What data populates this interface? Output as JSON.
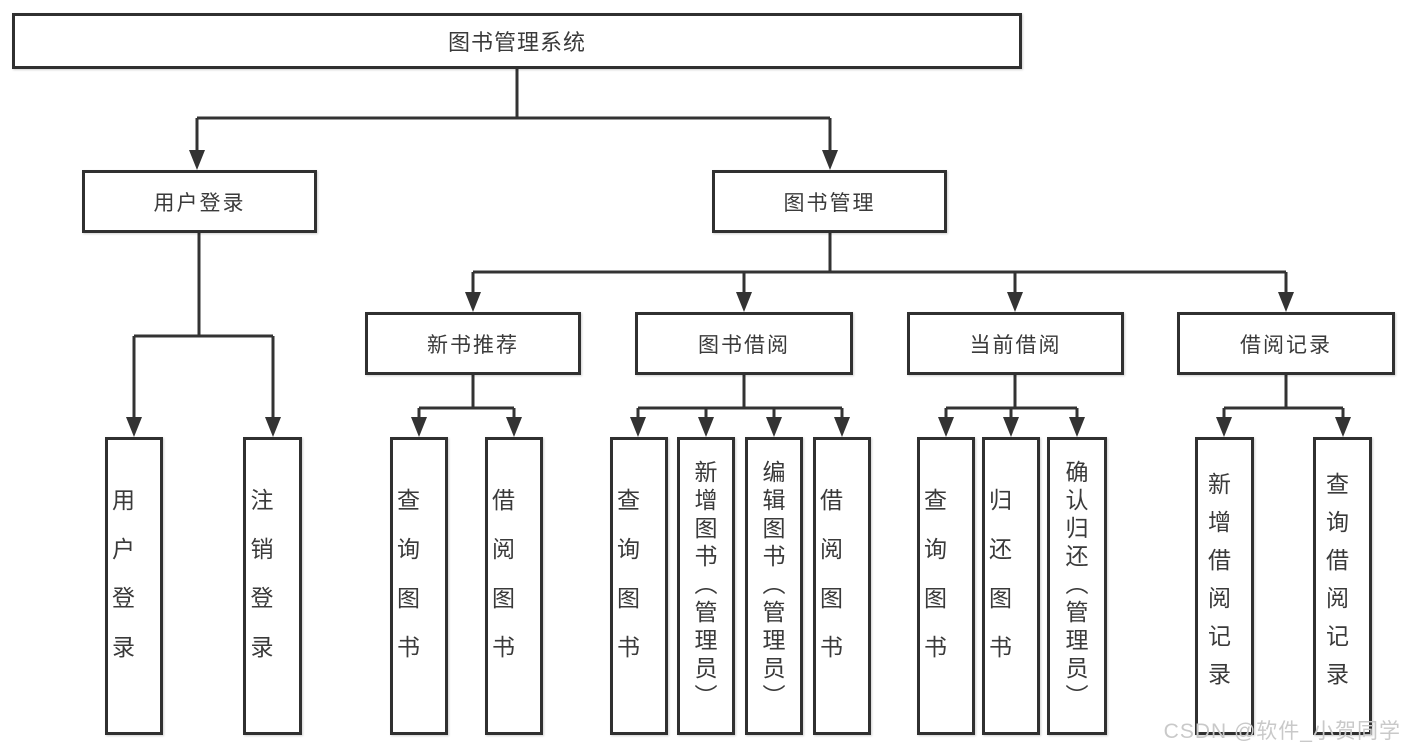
{
  "diagram": {
    "type": "hierarchy-tree",
    "orientation": "top-down"
  },
  "colors": {
    "background": "#ffffff",
    "line": "#333333",
    "box_border": "#303030",
    "text": "#3a3a3a",
    "watermark": "#c9c9c9"
  },
  "tree": {
    "label": "图书管理系统",
    "children": [
      {
        "label": "用户登录",
        "children": [
          {
            "label": "用户登录"
          },
          {
            "label": "注销登录"
          }
        ]
      },
      {
        "label": "图书管理",
        "children": [
          {
            "label": "新书推荐",
            "children": [
              {
                "label": "查询图书"
              },
              {
                "label": "借阅图书"
              }
            ]
          },
          {
            "label": "图书借阅",
            "children": [
              {
                "label": "查询图书"
              },
              {
                "label": "新增图书（管理员）"
              },
              {
                "label": "编辑图书（管理员）"
              },
              {
                "label": "借阅图书"
              }
            ]
          },
          {
            "label": "当前借阅",
            "children": [
              {
                "label": "查询图书"
              },
              {
                "label": "归还图书"
              },
              {
                "label": "确认归还（管理员）"
              }
            ]
          },
          {
            "label": "借阅记录",
            "children": [
              {
                "label": "新增借阅记录"
              },
              {
                "label": "查询借阅记录"
              }
            ]
          }
        ]
      }
    ]
  },
  "watermark": {
    "text": "CSDN @软件_小贺同学"
  }
}
